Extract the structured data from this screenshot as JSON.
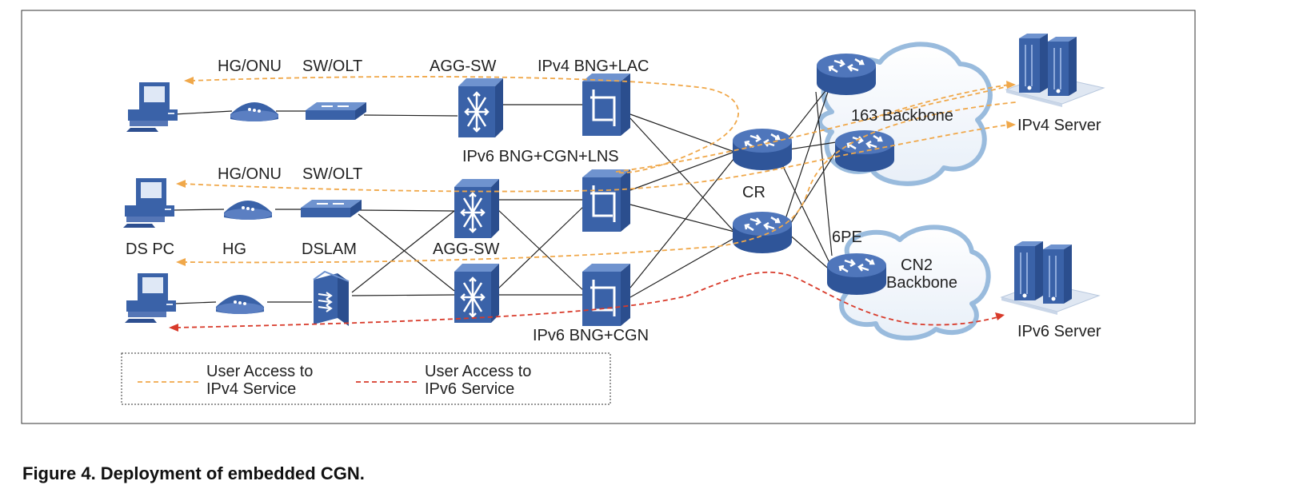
{
  "labels": {
    "hg_onu_1": "HG/ONU",
    "sw_olt_1": "SW/OLT",
    "agg_sw_1": "AGG-SW",
    "ipv4_bng_lac": "IPv4 BNG+LAC",
    "ipv6_bng_cgn_lns": "IPv6 BNG+CGN+LNS",
    "hg_onu_2": "HG/ONU",
    "sw_olt_2": "SW/OLT",
    "ds_pc": "DS PC",
    "hg": "HG",
    "dslam": "DSLAM",
    "agg_sw_2": "AGG-SW",
    "ipv6_bng_cgn": "IPv6 BNG+CGN",
    "cr": "CR",
    "pe6": "6PE",
    "backbone_163": "163 Backbone",
    "cn2_line1": "CN2",
    "cn2_line2": "Backbone",
    "ipv4_server": "IPv4 Server",
    "ipv6_server": "IPv6 Server"
  },
  "legend": {
    "ipv4_line1": "User Access  to",
    "ipv4_line2": "IPv4 Service",
    "ipv6_line1": "User Access  to",
    "ipv6_line2": "IPv6 Service"
  },
  "colors": {
    "device_blue": "#3a62a8",
    "device_light": "#6f93cf",
    "ipv4_path": "#f0a84a",
    "ipv6_path": "#d83a2a",
    "cloud_edge": "#8fb4da"
  },
  "caption": "Figure 4. Deployment of embedded CGN."
}
